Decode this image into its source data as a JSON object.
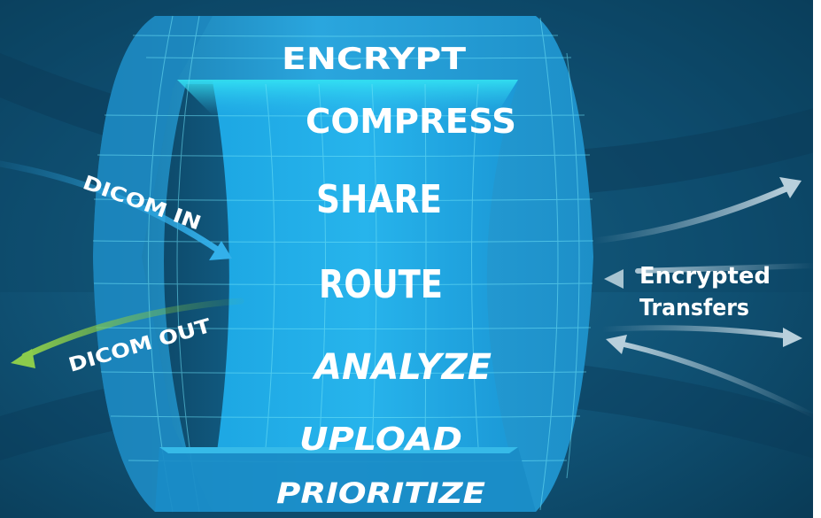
{
  "diagram": {
    "functions": [
      {
        "label": "ENCRYPT"
      },
      {
        "label": "COMPRESS"
      },
      {
        "label": "SHARE"
      },
      {
        "label": "ROUTE"
      },
      {
        "label": "ANALYZE"
      },
      {
        "label": "UPLOAD"
      },
      {
        "label": "PRIORITIZE"
      }
    ],
    "inputs": {
      "dicom_in": "DICOM IN",
      "dicom_out": "DICOM OUT"
    },
    "outputs": {
      "encrypted_line1": "Encrypted",
      "encrypted_line2": "Transfers"
    },
    "colors": {
      "background": "#0d4b6c",
      "cylinder": "#1e9fd8",
      "arrow_in": "#2a9ed8",
      "arrow_out": "#7ac043",
      "arrow_right": "#a9c2d0"
    }
  }
}
